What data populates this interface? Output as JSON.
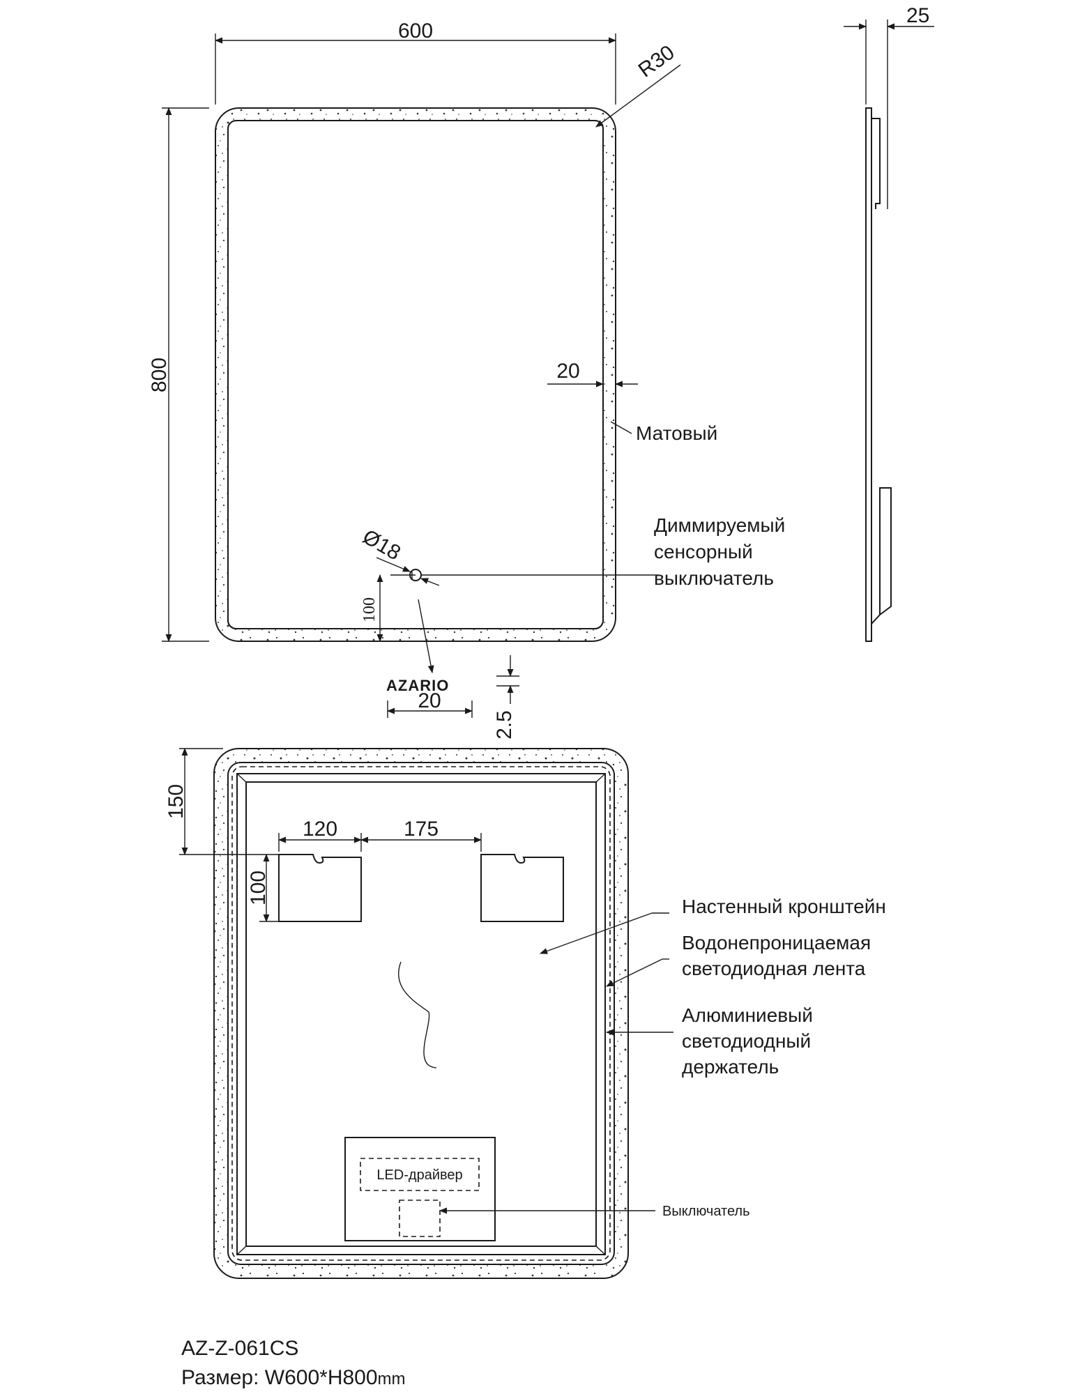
{
  "front_view": {
    "width_dim": "600",
    "height_dim": "800",
    "radius_dim": "R30",
    "frame_width_dim": "20",
    "frame_label": "Матовый",
    "switch_diameter_dim": "Ø18",
    "switch_offset_dim": "100",
    "switch_label_lines": [
      "Диммируемый",
      "сенсорный",
      "выключатель"
    ]
  },
  "side_view": {
    "depth_dim": "25"
  },
  "logo_detail": {
    "logo_text": "AZARIO",
    "width_dim": "20",
    "height_dim": "2.5"
  },
  "back_view": {
    "top_offset_dim": "150",
    "bracket_width_dim": "120",
    "bracket_gap_dim": "175",
    "bracket_height_dim": "100",
    "labels": {
      "bracket": "Настенный кронштейн",
      "led_strip_lines": [
        "Водонепроницаемая",
        "светодиодная лента"
      ],
      "holder_lines": [
        "Алюминиевый",
        "светодиодный",
        "держатель"
      ],
      "driver": "LED-драйвер",
      "switch": "Выключатель"
    }
  },
  "footer": {
    "model": "AZ-Z-061CS",
    "size_prefix": "Размер: W600*H800",
    "size_unit": "mm"
  }
}
